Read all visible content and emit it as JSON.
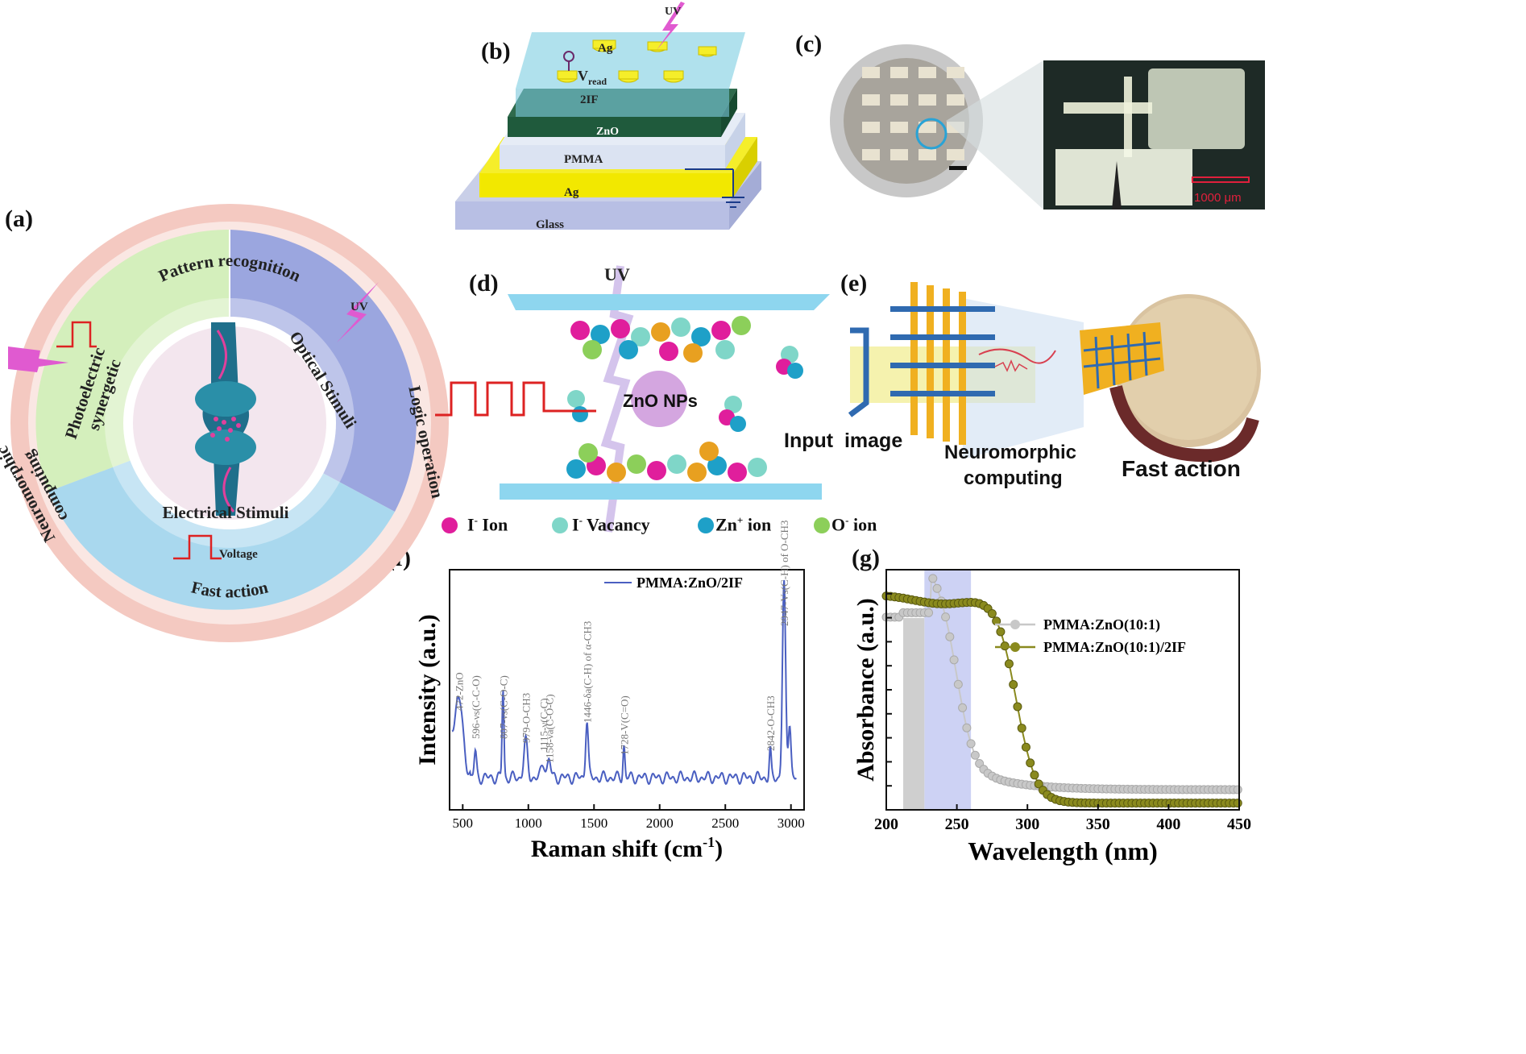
{
  "panels": {
    "a": "(a)",
    "b": "(b)",
    "c": "(c)",
    "d": "(d)",
    "e": "(e)",
    "f": "(f)",
    "g": "(g)"
  },
  "panel_a": {
    "outer_ring": [
      "Pattern recognition",
      "Logic operation",
      "Fast action",
      "Neuromorphic computing"
    ],
    "neuromorphic_line1": "Neuromorphic",
    "neuromorphic_line2": "computing",
    "sectors": {
      "photo_line1": "Photoelectric",
      "photo_line2": "synergetic",
      "optical": "Optical Stimuli",
      "electrical": "Electrical Stimuli"
    },
    "uv": "UV",
    "voltage": "Voltage",
    "colors": {
      "outer": "#f4c9c1",
      "green": "#d4efbc",
      "blue": "#9ba6df",
      "cyan": "#a9d8ee"
    }
  },
  "panel_b": {
    "layers": [
      "2IF",
      "ZnO",
      "PMMA",
      "Ag",
      "Glass"
    ],
    "top_electrode": "Ag",
    "vread_main": "V",
    "vread_sub": "read",
    "uv": "UV"
  },
  "panel_c": {
    "scale": "1000 μm"
  },
  "panel_d": {
    "center": "ZnO NPs",
    "uv": "UV",
    "legend": [
      {
        "label": "I",
        "sup": "-",
        "rest": " Ion",
        "color": "#e01e9c"
      },
      {
        "label": "I",
        "sup": "-",
        "rest": " Vacancy",
        "color": "#7fd6c8"
      },
      {
        "label": "Zn",
        "sup": "+",
        "rest": " ion",
        "color": "#1ea0c8"
      },
      {
        "label": "O",
        "sup": "-",
        "rest": " ion",
        "color": "#8ccf5a"
      }
    ]
  },
  "panel_e": {
    "labels": [
      "Input  image",
      "Neuromorphic",
      "computing",
      "Fast action"
    ]
  },
  "chart_f": {
    "type": "line",
    "legend": "PMMA:ZnO/2IF",
    "xlabel_main": "Raman shift (cm",
    "xlabel_sup": "-1",
    "xlabel_end": ")",
    "ylabel": "Intensity (a.u.)",
    "xlim": [
      400,
      3100
    ],
    "xticks": [
      500,
      1000,
      1500,
      2000,
      2500,
      3000
    ],
    "color": "#4a5fc1",
    "annotations": [
      {
        "x": 472,
        "text": "472-ZnO"
      },
      {
        "x": 596,
        "text": "596-νs(C-C-O)"
      },
      {
        "x": 807,
        "text": "807-νs(C-O-C)"
      },
      {
        "x": 979,
        "text": "979-O-CH3"
      },
      {
        "x": 1115,
        "text": "1115-ν(C-C)"
      },
      {
        "x": 1158,
        "text": "1158-νa(C-O-C)"
      },
      {
        "x": 1446,
        "text": "1446-δa(C-H) of α-CH3"
      },
      {
        "x": 1728,
        "text": "1728-V(C=O)"
      },
      {
        "x": 2842,
        "text": "2842-O-CH3"
      },
      {
        "x": 2947,
        "text": "2947-Vs(C-H) of O-CH3"
      }
    ]
  },
  "chart_g": {
    "type": "line",
    "xlabel": "Wavelength (nm)",
    "ylabel": "Absorbance (a.u.)",
    "xlim": [
      200,
      450
    ],
    "xticks": [
      200,
      250,
      300,
      350,
      400,
      450
    ],
    "series": [
      {
        "name": "PMMA:ZnO(10:1)",
        "color": "#c8c8c8"
      },
      {
        "name": "PMMA:ZnO(10:1)/2IF",
        "color": "#8a8a1e"
      }
    ],
    "highlight_color": "#b8bff0"
  }
}
